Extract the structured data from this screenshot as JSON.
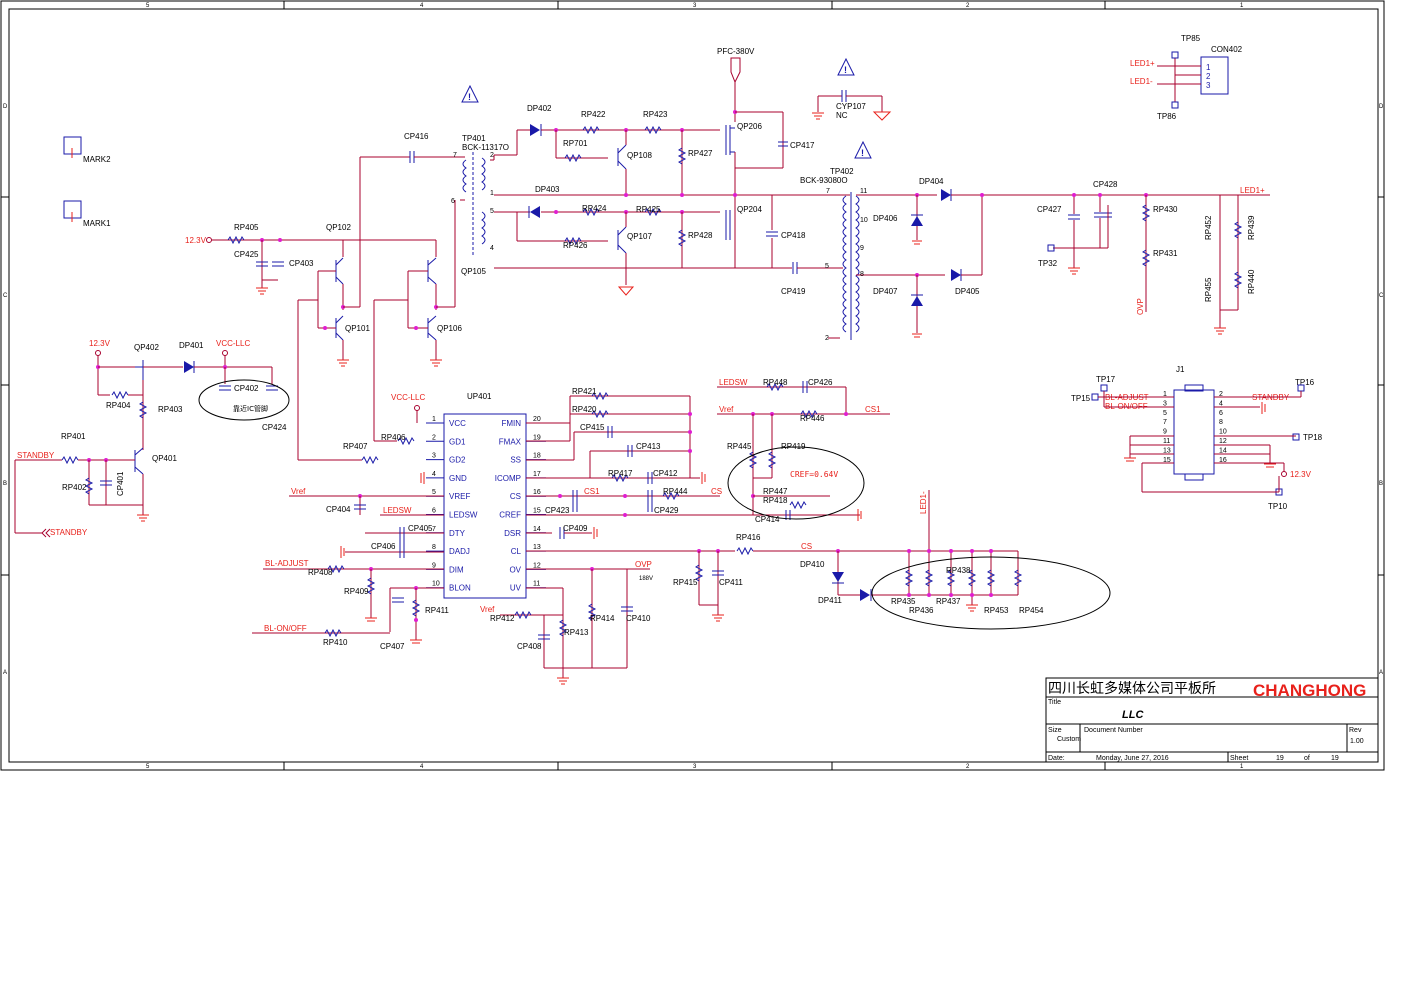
{
  "frame": {
    "columns": [
      "5",
      "4",
      "3",
      "2",
      "1"
    ],
    "rows": [
      "D",
      "C",
      "B",
      "A"
    ]
  },
  "title_block": {
    "company": "四川长虹多媒体公司平板所",
    "brand": "CHANGHONG",
    "title_label": "Title",
    "title": "LLC",
    "size_label": "Size",
    "size": "Custom",
    "docnum_label": "Document Number",
    "rev_label": "Rev",
    "rev": "1.00",
    "date_label": "Date:",
    "date": "Monday, June 27, 2016",
    "sheet_label": "Sheet",
    "sheet": "19",
    "of_label": "of",
    "sheet_total": "19"
  },
  "ic": {
    "name": "UP401",
    "left_pins": [
      {
        "num": "1",
        "name": "VCC"
      },
      {
        "num": "2",
        "name": "GD1"
      },
      {
        "num": "3",
        "name": "GD2"
      },
      {
        "num": "4",
        "name": "GND"
      },
      {
        "num": "5",
        "name": "VREF"
      },
      {
        "num": "6",
        "name": "LEDSW"
      },
      {
        "num": "7",
        "name": "DTY"
      },
      {
        "num": "8",
        "name": "DADJ"
      },
      {
        "num": "9",
        "name": "DIM"
      },
      {
        "num": "10",
        "name": "BLON"
      }
    ],
    "right_pins": [
      {
        "num": "20",
        "name": "FMIN"
      },
      {
        "num": "19",
        "name": "FMAX"
      },
      {
        "num": "18",
        "name": "SS"
      },
      {
        "num": "17",
        "name": "ICOMP"
      },
      {
        "num": "16",
        "name": "CS"
      },
      {
        "num": "15",
        "name": "CREF"
      },
      {
        "num": "14",
        "name": "DSR"
      },
      {
        "num": "13",
        "name": "CL"
      },
      {
        "num": "12",
        "name": "OV"
      },
      {
        "num": "11",
        "name": "UV"
      }
    ]
  },
  "connector_j1": {
    "name": "J1",
    "left_pins": [
      "1",
      "3",
      "5",
      "7",
      "9",
      "11",
      "13",
      "15"
    ],
    "right_pins": [
      "2",
      "4",
      "6",
      "8",
      "10",
      "12",
      "14",
      "16"
    ]
  },
  "con402": {
    "name": "CON402",
    "pins": [
      "1",
      "2",
      "3"
    ]
  },
  "nets": {
    "pfc": "PFC-380V",
    "vcc_llc": "VCC-LLC",
    "v12": "12.3V",
    "standby": "STANDBY",
    "vref": "Vref",
    "ledsw": "LEDSW",
    "bl_adjust": "BL-ADJUST",
    "bl_onoff": "BL-ON/OFF",
    "cs": "CS",
    "cs1": "CS1",
    "ovp": "OVP",
    "led_plus": "LED1+",
    "led_minus": "LED1-",
    "v188": "188V"
  },
  "notes": {
    "cref": "CREF=0.64V",
    "near_ic": "靠近IC管脚",
    "nc": "NC"
  },
  "parts": {
    "mark2": "MARK2",
    "mark1": "MARK1",
    "tp85": "TP85",
    "tp86": "TP86",
    "tp401": "TP401",
    "tp401b": "BCK-11317O",
    "tp402": "TP402",
    "tp402b": "BCK-93080O",
    "tp32": "TP32",
    "tp15": "TP15",
    "tp17": "TP17",
    "tp16": "TP16",
    "tp18": "TP18",
    "tp10": "TP10",
    "cp416": "CP416",
    "cp425": "CP425",
    "cp403": "CP403",
    "cp402": "CP402",
    "cp424": "CP424",
    "cp401": "CP401",
    "cp417": "CP417",
    "cp418": "CP418",
    "cp419": "CP419",
    "cyp107": "CYP107",
    "cp427": "CP427",
    "cp428": "CP428",
    "cp426": "CP426",
    "cp415": "CP415",
    "cp413": "CP413",
    "cp412": "CP412",
    "cp423": "CP423",
    "cp429": "CP429",
    "cp414": "CP414",
    "cp409": "CP409",
    "cp404": "CP404",
    "cp405": "CP405",
    "cp406": "CP406",
    "cp407": "CP407",
    "cp408": "CP408",
    "cp410": "CP410",
    "cp411": "CP411",
    "rp405": "RP405",
    "rp404": "RP404",
    "rp403": "RP403",
    "rp401": "RP401",
    "rp402": "RP402",
    "rp422": "RP422",
    "rp423": "RP423",
    "rp701": "RP701",
    "rp427": "RP427",
    "rp424": "RP424",
    "rp425": "RP425",
    "rp426": "RP426",
    "rp428": "RP428",
    "rp430": "RP430",
    "rp431": "RP431",
    "rp452": "RP452",
    "rp439": "RP439",
    "rp455": "RP455",
    "rp440": "RP440",
    "rp407": "RP407",
    "rp406": "RP406",
    "rp421": "RP421",
    "rp420": "RP420",
    "rp417": "RP417",
    "rp444": "RP444",
    "rp448": "RP448",
    "rp446": "RP446",
    "rp445": "RP445",
    "rp419": "RP419",
    "rp447": "RP447",
    "rp418": "RP418",
    "rp408": "RP408",
    "rp409": "RP409",
    "rp411": "RP411",
    "rp410": "RP410",
    "rp412": "RP412",
    "rp413": "RP413",
    "rp414": "RP414",
    "rp416": "RP416",
    "rp415": "RP415",
    "rp435": "RP435",
    "rp436": "RP436",
    "rp437": "RP437",
    "rp438": "RP438",
    "rp453": "RP453",
    "rp454": "RP454",
    "qp102": "QP102",
    "qp101": "QP101",
    "qp105": "QP105",
    "qp106": "QP106",
    "qp402": "QP402",
    "qp401": "QP401",
    "qp108": "QP108",
    "qp107": "QP107",
    "qp206": "QP206",
    "qp204": "QP204",
    "dp401": "DP401",
    "dp402": "DP402",
    "dp403": "DP403",
    "dp404": "DP404",
    "dp405": "DP405",
    "dp406": "DP406",
    "dp407": "DP407",
    "dp410": "DP410",
    "dp411": "DP411"
  }
}
